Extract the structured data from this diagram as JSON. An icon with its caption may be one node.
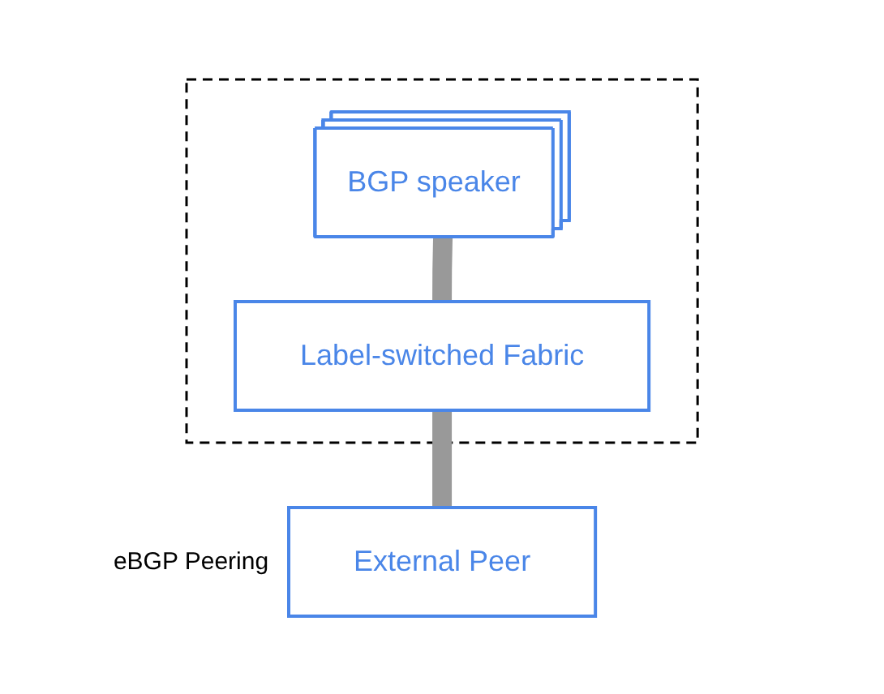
{
  "diagram": {
    "nodes": [
      {
        "text": [],
        "shape": "box"
      },
      {
        "text": [
          "BGP speaker"
        ],
        "in": 0
      },
      {
        "text": [
          "Label-switched Fabric"
        ],
        "in": 0
      },
      {
        "text": [
          "External Peer"
        ],
        "beside": [
          "eBGP Peering"
        ]
      }
    ],
    "edges": [
      {
        "from": 1,
        "to": 2,
        "arrow": "none"
      },
      {
        "from": 2,
        "to": 3,
        "arrow": "none"
      }
    ]
  }
}
